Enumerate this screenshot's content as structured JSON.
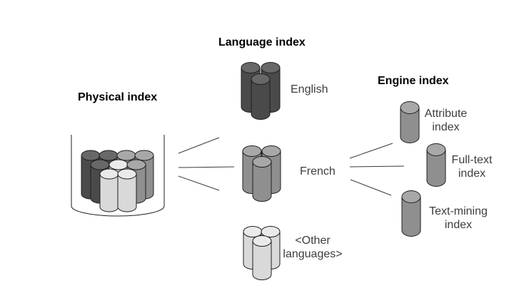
{
  "diagram": {
    "titles": {
      "physical": "Physical index",
      "language": "Language index",
      "engine": "Engine index"
    },
    "language_items": [
      {
        "label": "English",
        "shade": "dark"
      },
      {
        "label": "French",
        "shade": "medium"
      },
      {
        "label": "<Other languages>",
        "shade": "light"
      }
    ],
    "engine_items": [
      {
        "label": "Attribute index"
      },
      {
        "label": "Full-text index"
      },
      {
        "label": "Text-mining index"
      }
    ],
    "connections": [
      "physical-index to english",
      "physical-index to french",
      "physical-index to other-languages",
      "french to attribute-index",
      "french to full-text-index",
      "french to text-mining-index"
    ]
  },
  "colors": {
    "background": "#ffffff",
    "outline": "#1f1f1f",
    "connector": "#3a3a3a",
    "title_text": "#000000",
    "label_text": "#3d3d3d",
    "cylinder_dark_body": "#4a4a4a",
    "cylinder_dark_top": "#686868",
    "cylinder_medium_body": "#8f8f8f",
    "cylinder_medium_top": "#a8a8a8",
    "cylinder_light_body": "#d9d9d9",
    "cylinder_light_top": "#eaeaea"
  }
}
